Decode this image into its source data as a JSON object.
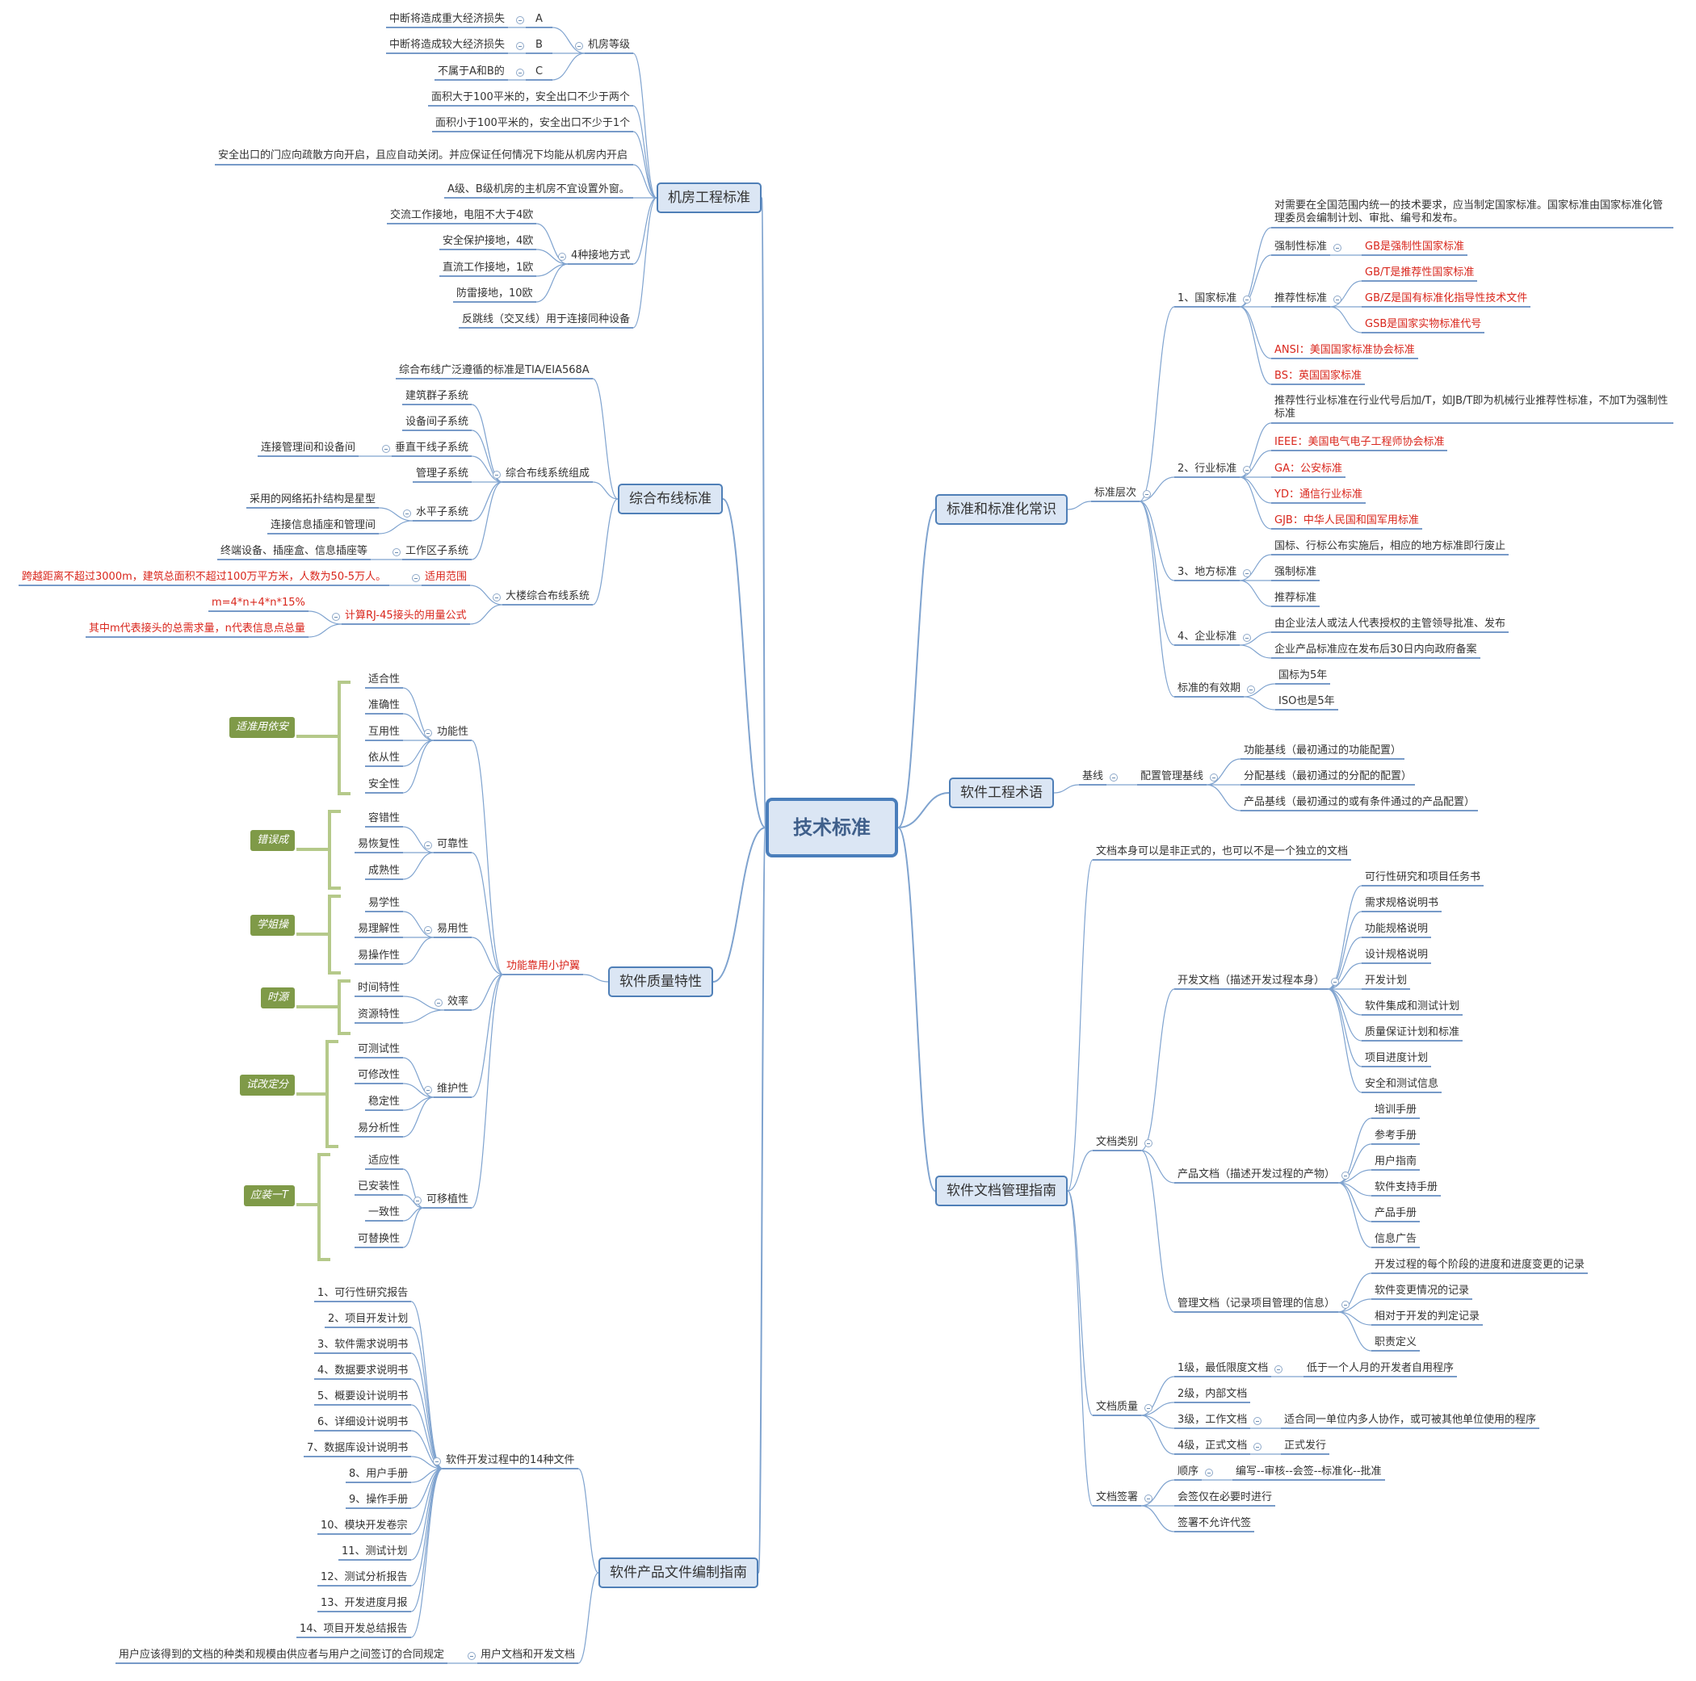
{
  "root": "技术标准",
  "jifang": {
    "title": "机房工程标准",
    "grade_label": "机房等级",
    "grades": [
      {
        "desc": "中断将造成重大经济损失",
        "level": "A"
      },
      {
        "desc": "中断将造成较大经济损失",
        "level": "B"
      },
      {
        "desc": "不属于A和B的",
        "level": "C"
      }
    ],
    "rules": [
      "面积大于100平米的，安全出口不少于两个",
      "面积小于100平米的，安全出口不少于1个",
      "安全出口的门应向疏散方向开启，且应自动关闭。并应保证任何情况下均能从机房内开启",
      "A级、B级机房的主机房不宜设置外窗。"
    ],
    "ground_label": "4种接地方式",
    "ground": [
      "交流工作接地，电阻不大于4欧",
      "安全保护接地，4欧",
      "直流工作接地，1欧",
      "防雷接地，10欧"
    ],
    "reverse": "反跳线（交叉线）用于连接同种设备"
  },
  "cabling": {
    "title": "综合布线标准",
    "tia": "综合布线广泛遵循的标准是TIA/EIA568A",
    "comp_label": "综合布线系统组成",
    "subs": {
      "jianzhu": "建筑群子系统",
      "shebei": "设备间子系统",
      "chuizhi": "垂直干线子系统",
      "chuizhi_note": "连接管理间和设备间",
      "guanli": "管理子系统",
      "shuiping": "水平子系统",
      "shuiping_note1": "采用的网络拓扑结构是星型",
      "shuiping_note2": "连接信息插座和管理间",
      "gongzuo": "工作区子系统",
      "gongzuo_note": "终端设备、插座盒、信息插座等"
    },
    "building_label": "大楼综合布线系统",
    "scope_label": "适用范围",
    "scope_note": "跨越距离不超过3000m，建筑总面积不超过100万平方米，人数为50-5万人。",
    "rj45_label": "计算RJ-45接头的用量公式",
    "formula": "m=4*n+4*n*15%",
    "formula_note": "其中m代表接头的总需求量，n代表信息点总量"
  },
  "quality": {
    "title": "软件质量特性",
    "mnemonic": "功能靠用小护翼",
    "groups": [
      {
        "label": "功能性",
        "tag": "适准用依安",
        "items": [
          "适合性",
          "准确性",
          "互用性",
          "依从性",
          "安全性"
        ]
      },
      {
        "label": "可靠性",
        "tag": "错误成",
        "items": [
          "容错性",
          "易恢复性",
          "成熟性"
        ]
      },
      {
        "label": "易用性",
        "tag": "学姐操",
        "items": [
          "易学性",
          "易理解性",
          "易操作性"
        ]
      },
      {
        "label": "效率",
        "tag": "时源",
        "items": [
          "时间特性",
          "资源特性"
        ]
      },
      {
        "label": "维护性",
        "tag": "试改定分",
        "items": [
          "可测试性",
          "可修改性",
          "稳定性",
          "易分析性"
        ]
      },
      {
        "label": "可移植性",
        "tag": "应装一T",
        "items": [
          "适应性",
          "已安装性",
          "一致性",
          "可替换性"
        ]
      }
    ]
  },
  "product": {
    "title": "软件产品文件编制指南",
    "docs_label": "软件开发过程中的14种文件",
    "docs": [
      "1、可行性研究报告",
      "2、项目开发计划",
      "3、软件需求说明书",
      "4、数据要求说明书",
      "5、概要设计说明书",
      "6、详细设计说明书",
      "7、数据库设计说明书",
      "8、用户手册",
      "9、操作手册",
      "10、模块开发卷宗",
      "11、测试计划",
      "12、测试分析报告",
      "13、开发进度月报",
      "14、项目开发总结报告"
    ],
    "user_label": "用户文档和开发文档",
    "user_note": "用户应该得到的文档的种类和规模由供应者与用户之间签订的合同规定"
  },
  "std": {
    "title": "标准和标准化常识",
    "level_label": "标准层次",
    "national": {
      "label": "1、国家标准",
      "desc": "对需要在全国范围内统一的技术要求，应当制定国家标准。国家标准由国家标准化管理委员会编制计划、审批、编号和发布。",
      "mandatory_label": "强制性标准",
      "mandatory": "GB是强制性国家标准",
      "recommend_label": "推荐性标准",
      "recommend": [
        "GB/T是推荐性国家标准",
        "GB/Z是国有标准化指导性技术文件",
        "GSB是国家实物标准代号"
      ],
      "ansi": "ANSI：美国国家标准协会标准",
      "bs": "BS：英国国家标准"
    },
    "industry": {
      "label": "2、行业标准",
      "desc": "推荐性行业标准在行业代号后加/T，如JB/T即为机械行业推荐性标准，不加T为强制性标准",
      "items": [
        "IEEE：美国电气电子工程师协会标准",
        "GA：公安标准",
        "YD：通信行业标准",
        "GJB：中华人民国和国军用标准"
      ]
    },
    "local": {
      "label": "3、地方标准",
      "items": [
        "国标、行标公布实施后，相应的地方标准即行废止",
        "强制标准",
        "推荐标准"
      ]
    },
    "enterprise": {
      "label": "4、企业标准",
      "items": [
        "由企业法人或法人代表授权的主管领导批准、发布",
        "企业产品标准应在发布后30日内向政府备案"
      ]
    },
    "validity": {
      "label": "标准的有效期",
      "items": [
        "国标为5年",
        "ISO也是5年"
      ]
    }
  },
  "terms": {
    "title": "软件工程术语",
    "baseline": "基线",
    "cm": "配置管理基线",
    "items": [
      "功能基线（最初通过的功能配置）",
      "分配基线（最初通过的分配的配置）",
      "产品基线（最初通过的或有条件通过的产品配置）"
    ]
  },
  "docmgmt": {
    "title": "软件文档管理指南",
    "intro": "文档本身可以是非正式的，也可以不是一个独立的文档",
    "category_label": "文档类别",
    "dev_label": "开发文档（描述开发过程本身）",
    "dev": [
      "可行性研究和项目任务书",
      "需求规格说明书",
      "功能规格说明",
      "设计规格说明",
      "开发计划",
      "软件集成和测试计划",
      "质量保证计划和标准",
      "项目进度计划",
      "安全和测试信息"
    ],
    "prod_label": "产品文档（描述开发过程的产物）",
    "prod": [
      "培训手册",
      "参考手册",
      "用户指南",
      "软件支持手册",
      "产品手册",
      "信息广告"
    ],
    "mgmt_label": "管理文档（记录项目管理的信息）",
    "mgmt": [
      "开发过程的每个阶段的进度和进度变更的记录",
      "软件变更情况的记录",
      "相对于开发的判定记录",
      "职责定义"
    ],
    "quality_label": "文档质量",
    "q1": "1级，最低限度文档",
    "q1_note": "低于一个人月的开发者自用程序",
    "q2": "2级，内部文档",
    "q3": "3级，工作文档",
    "q3_note": "适合同一单位内多人协作，或可被其他单位使用的程序",
    "q4": "4级，正式文档",
    "q4_note": "正式发行",
    "sign_label": "文档签署",
    "order": "顺序",
    "order_note": "编写--审核--会签--标准化--批准",
    "sign1": "会签仅在必要时进行",
    "sign2": "签署不允许代签"
  },
  "colors": {
    "line": "#7fa3cf",
    "underline": "#4a78b5",
    "red": "#d9261c",
    "tag": "#7f9a48",
    "bracket": "#b5c98a"
  }
}
